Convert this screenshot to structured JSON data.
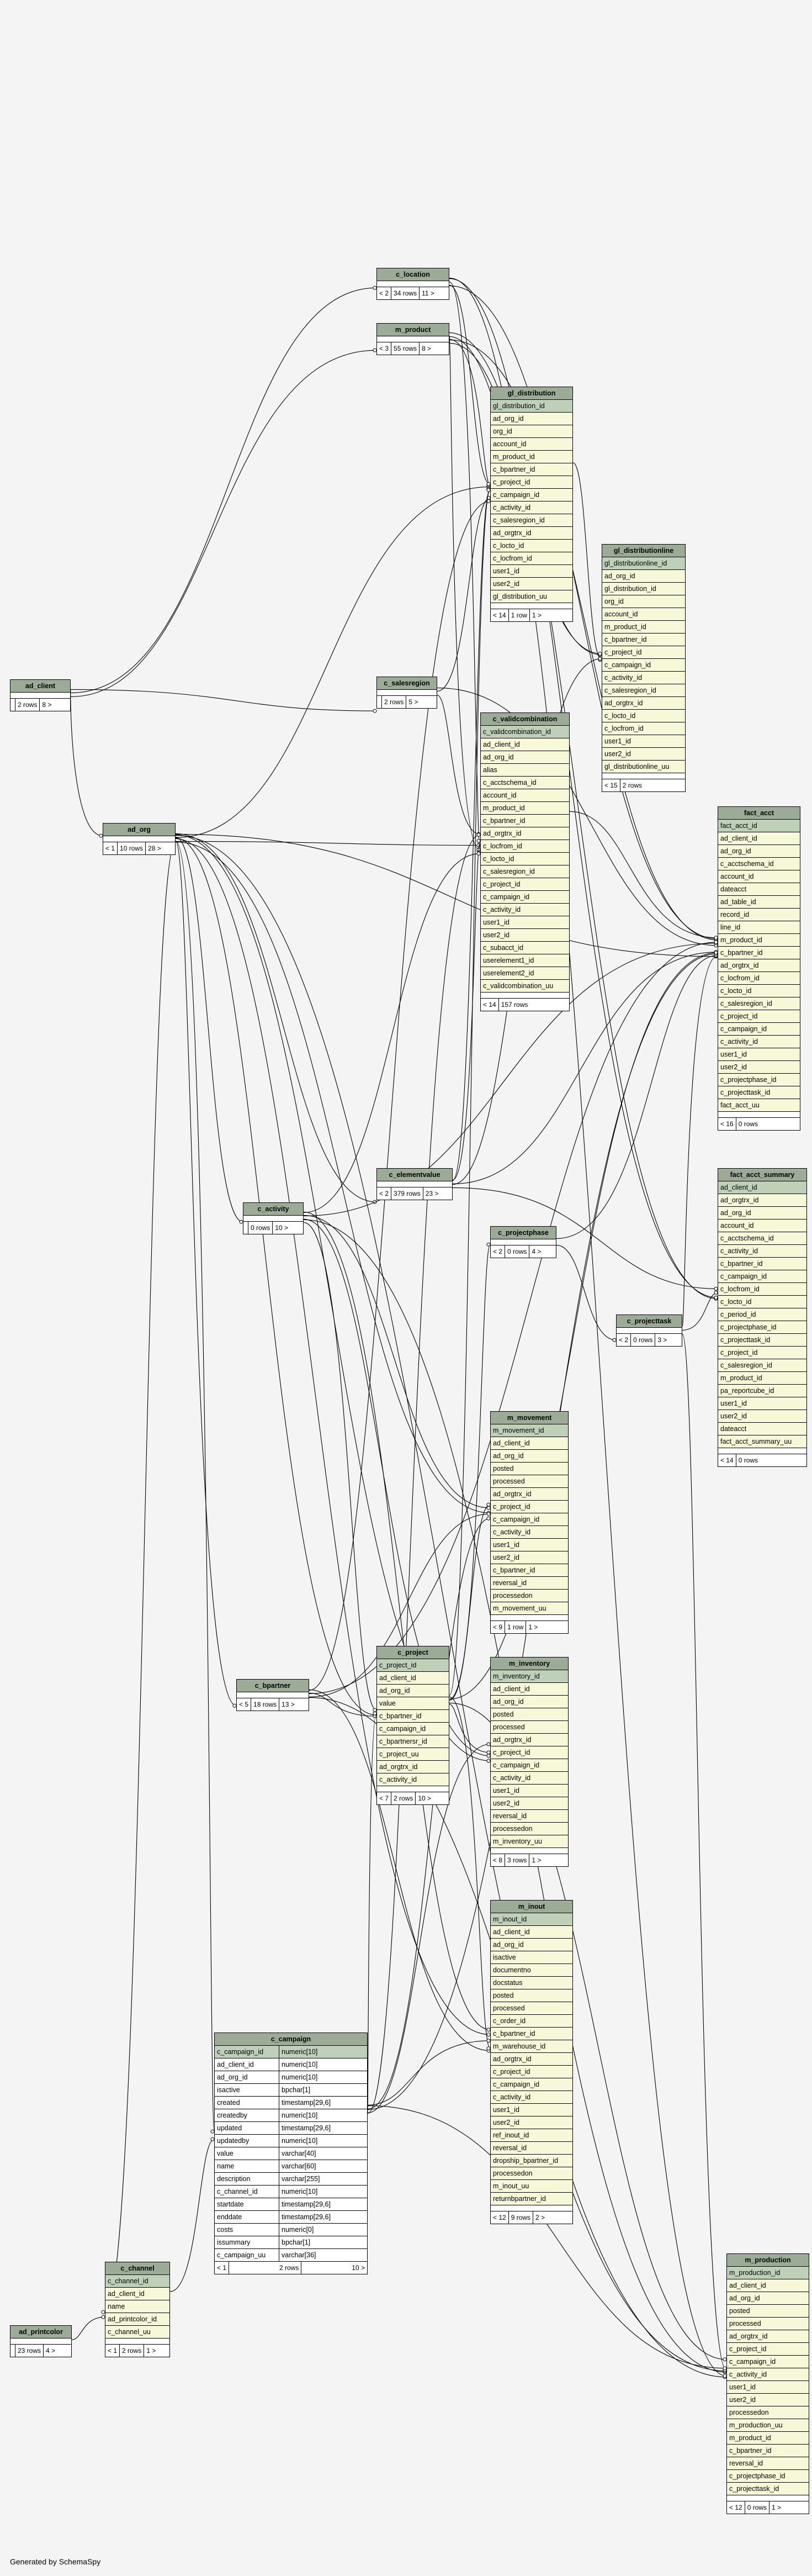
{
  "footer_text": "Generated by SchemaSpy",
  "tables": {
    "ad_client": {
      "name": "ad_client",
      "columns": [],
      "foot": [
        "",
        "2 rows",
        "8 >"
      ]
    },
    "ad_org": {
      "name": "ad_org",
      "columns": [],
      "foot": [
        "< 1",
        "10 rows",
        "28 >"
      ]
    },
    "c_location": {
      "name": "c_location",
      "columns": [],
      "foot": [
        "< 2",
        "34 rows",
        "11 >"
      ]
    },
    "m_product": {
      "name": "m_product",
      "columns": [],
      "foot": [
        "< 3",
        "55 rows",
        "8 >"
      ]
    },
    "c_salesregion": {
      "name": "c_salesregion",
      "columns": [],
      "foot": [
        "",
        "2 rows",
        "5 >"
      ]
    },
    "c_activity": {
      "name": "c_activity",
      "columns": [],
      "foot": [
        "",
        "0 rows",
        "10 >"
      ]
    },
    "c_elementvalue": {
      "name": "c_elementvalue",
      "columns": [],
      "foot": [
        "< 2",
        "379 rows",
        "23 >"
      ]
    },
    "c_projectphase": {
      "name": "c_projectphase",
      "columns": [],
      "foot": [
        "< 2",
        "0 rows",
        "4 >"
      ]
    },
    "c_projecttask": {
      "name": "c_projecttask",
      "columns": [],
      "foot": [
        "< 2",
        "0 rows",
        "3 >"
      ]
    },
    "c_bpartner": {
      "name": "c_bpartner",
      "columns": [],
      "foot": [
        "< 5",
        "18 rows",
        "13 >"
      ]
    },
    "ad_printcolor": {
      "name": "ad_printcolor",
      "columns": [],
      "foot": [
        "",
        "23 rows",
        "4 >"
      ]
    },
    "gl_distribution": {
      "name": "gl_distribution",
      "columns": [
        "gl_distribution_id",
        "ad_org_id",
        "org_id",
        "account_id",
        "m_product_id",
        "c_bpartner_id",
        "c_project_id",
        "c_campaign_id",
        "c_activity_id",
        "c_salesregion_id",
        "ad_orgtrx_id",
        "c_locto_id",
        "c_locfrom_id",
        "user1_id",
        "user2_id",
        "gl_distribution_uu"
      ],
      "foot": [
        "< 14",
        "1 row",
        "1 >"
      ]
    },
    "gl_distributionline": {
      "name": "gl_distributionline",
      "columns": [
        "gl_distributionline_id",
        "ad_org_id",
        "gl_distribution_id",
        "org_id",
        "account_id",
        "m_product_id",
        "c_bpartner_id",
        "c_project_id",
        "c_campaign_id",
        "c_activity_id",
        "c_salesregion_id",
        "ad_orgtrx_id",
        "c_locto_id",
        "c_locfrom_id",
        "user1_id",
        "user2_id",
        "gl_distributionline_uu"
      ],
      "foot": [
        "< 15",
        "2 rows"
      ]
    },
    "c_validcombination": {
      "name": "c_validcombination",
      "columns": [
        "c_validcombination_id",
        "ad_client_id",
        "ad_org_id",
        "alias",
        "c_acctschema_id",
        "account_id",
        "m_product_id",
        "c_bpartner_id",
        "ad_orgtrx_id",
        "c_locfrom_id",
        "c_locto_id",
        "c_salesregion_id",
        "c_project_id",
        "c_campaign_id",
        "c_activity_id",
        "user1_id",
        "user2_id",
        "c_subacct_id",
        "userelement1_id",
        "userelement2_id",
        "c_validcombination_uu"
      ],
      "foot": [
        "< 14",
        "157 rows"
      ]
    },
    "fact_acct": {
      "name": "fact_acct",
      "columns": [
        "fact_acct_id",
        "ad_client_id",
        "ad_org_id",
        "c_acctschema_id",
        "account_id",
        "dateacct",
        "ad_table_id",
        "record_id",
        "line_id",
        "m_product_id",
        "c_bpartner_id",
        "ad_orgtrx_id",
        "c_locfrom_id",
        "c_locto_id",
        "c_salesregion_id",
        "c_project_id",
        "c_campaign_id",
        "c_activity_id",
        "user1_id",
        "user2_id",
        "c_projectphase_id",
        "c_projecttask_id",
        "fact_acct_uu"
      ],
      "foot": [
        "< 16",
        "0 rows"
      ]
    },
    "fact_acct_summary": {
      "name": "fact_acct_summary",
      "columns": [
        "ad_client_id",
        "ad_orgtrx_id",
        "ad_org_id",
        "account_id",
        "c_acctschema_id",
        "c_activity_id",
        "c_bpartner_id",
        "c_campaign_id",
        "c_locfrom_id",
        "c_locto_id",
        "c_period_id",
        "c_projectphase_id",
        "c_projecttask_id",
        "c_project_id",
        "c_salesregion_id",
        "m_product_id",
        "pa_reportcube_id",
        "user1_id",
        "user2_id",
        "dateacct",
        "fact_acct_summary_uu"
      ],
      "foot": [
        "< 14",
        "0 rows"
      ]
    },
    "m_movement": {
      "name": "m_movement",
      "columns": [
        "m_movement_id",
        "ad_client_id",
        "ad_org_id",
        "posted",
        "processed",
        "ad_orgtrx_id",
        "c_project_id",
        "c_campaign_id",
        "c_activity_id",
        "user1_id",
        "user2_id",
        "c_bpartner_id",
        "reversal_id",
        "processedon",
        "m_movement_uu"
      ],
      "foot": [
        "< 9",
        "1 row",
        "1 >"
      ]
    },
    "c_project": {
      "name": "c_project",
      "columns": [
        "c_project_id",
        "ad_client_id",
        "ad_org_id",
        "value",
        "c_bpartner_id",
        "c_campaign_id",
        "c_bpartnersr_id",
        "c_project_uu",
        "ad_orgtrx_id",
        "c_activity_id"
      ],
      "foot": [
        "< 7",
        "2 rows",
        "10 >"
      ]
    },
    "m_inventory": {
      "name": "m_inventory",
      "columns": [
        "m_inventory_id",
        "ad_client_id",
        "ad_org_id",
        "posted",
        "processed",
        "ad_orgtrx_id",
        "c_project_id",
        "c_campaign_id",
        "c_activity_id",
        "user1_id",
        "user2_id",
        "reversal_id",
        "processedon",
        "m_inventory_uu"
      ],
      "foot": [
        "< 8",
        "3 rows",
        "1 >"
      ]
    },
    "m_inout": {
      "name": "m_inout",
      "columns": [
        "m_inout_id",
        "ad_client_id",
        "ad_org_id",
        "isactive",
        "documentno",
        "docstatus",
        "posted",
        "processed",
        "c_order_id",
        "c_bpartner_id",
        "m_warehouse_id",
        "ad_orgtrx_id",
        "c_project_id",
        "c_campaign_id",
        "c_activity_id",
        "user1_id",
        "user2_id",
        "ref_inout_id",
        "reversal_id",
        "dropship_bpartner_id",
        "processedon",
        "m_inout_uu",
        "returnbpartner_id"
      ],
      "foot": [
        "< 12",
        "9 rows",
        "2 >"
      ]
    },
    "c_channel": {
      "name": "c_channel",
      "columns": [
        "c_channel_id",
        "ad_client_id",
        "name",
        "ad_printcolor_id",
        "c_channel_uu"
      ],
      "foot": [
        "< 1",
        "2 rows",
        "1 >"
      ]
    },
    "m_production": {
      "name": "m_production",
      "columns": [
        "m_production_id",
        "ad_client_id",
        "ad_org_id",
        "posted",
        "processed",
        "ad_orgtrx_id",
        "c_project_id",
        "c_campaign_id",
        "c_activity_id",
        "user1_id",
        "user2_id",
        "processedon",
        "m_production_uu",
        "m_product_id",
        "c_bpartner_id",
        "reversal_id",
        "c_projectphase_id",
        "c_projecttask_id"
      ],
      "foot": [
        "< 12",
        "0 rows",
        "1 >"
      ]
    }
  },
  "c_campaign": {
    "name": "c_campaign",
    "columns": [
      [
        "c_campaign_id",
        "numeric[10]"
      ],
      [
        "ad_client_id",
        "numeric[10]"
      ],
      [
        "ad_org_id",
        "numeric[10]"
      ],
      [
        "isactive",
        "bpchar[1]"
      ],
      [
        "created",
        "timestamp[29,6]"
      ],
      [
        "createdby",
        "numeric[10]"
      ],
      [
        "updated",
        "timestamp[29,6]"
      ],
      [
        "updatedby",
        "numeric[10]"
      ],
      [
        "value",
        "varchar[40]"
      ],
      [
        "name",
        "varchar[60]"
      ],
      [
        "description",
        "varchar[255]"
      ],
      [
        "c_channel_id",
        "numeric[10]"
      ],
      [
        "startdate",
        "timestamp[29,6]"
      ],
      [
        "enddate",
        "timestamp[29,6]"
      ],
      [
        "costs",
        "numeric[0]"
      ],
      [
        "issummary",
        "bpchar[1]"
      ],
      [
        "c_campaign_uu",
        "varchar[36]"
      ]
    ],
    "foot": [
      "< 1",
      "2 rows",
      "10 >"
    ]
  }
}
